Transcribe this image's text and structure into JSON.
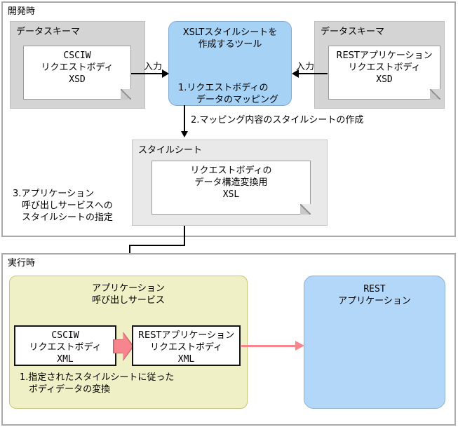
{
  "dev": {
    "label": "開発時",
    "left_schema": {
      "title": "データスキーマ",
      "doc": [
        "CSCIW",
        "リクエストボディ",
        "XSD"
      ]
    },
    "right_schema": {
      "title": "データスキーマ",
      "doc": [
        "RESTアプリケーション",
        "リクエストボディ",
        "XSD"
      ]
    },
    "tool": {
      "title": [
        "XSLTスタイルシートを",
        "作成するツール"
      ],
      "step": [
        "1.リクエストボディの",
        "データのマッピング"
      ]
    },
    "input_left_label": "入力",
    "input_right_label": "入力",
    "step2_label": "2.マッピング内容のスタイルシートの作成",
    "stylesheet": {
      "title": "スタイルシート",
      "doc": [
        "リクエストボディの",
        "データ構造変換用",
        "XSL"
      ]
    },
    "step3": [
      "3.アプリケーション",
      "呼び出しサービスへの",
      "スタイルシートの指定"
    ]
  },
  "run": {
    "label": "実行時",
    "service": {
      "title": [
        "アプリケーション",
        "呼び出しサービス"
      ],
      "input_doc": [
        "CSCIW",
        "リクエストボディ",
        "XML"
      ],
      "output_doc": [
        "RESTアプリケーション",
        "リクエストボディ",
        "XML"
      ],
      "step1": [
        "1.指定されたスタイルシートに従った",
        "ボディデータの変換"
      ]
    },
    "rest_app": [
      "REST",
      "アプリケーション"
    ]
  },
  "colors": {
    "tool_box": "#a5d2f5",
    "rest_box": "#b3d7f8",
    "service_box": "#f0f0c6",
    "schema_box": "#d4d4d4",
    "stylesheet_box": "#e9e9e9",
    "transform_arrow": "#f8848e",
    "outer_border": "#a9a9a9"
  }
}
